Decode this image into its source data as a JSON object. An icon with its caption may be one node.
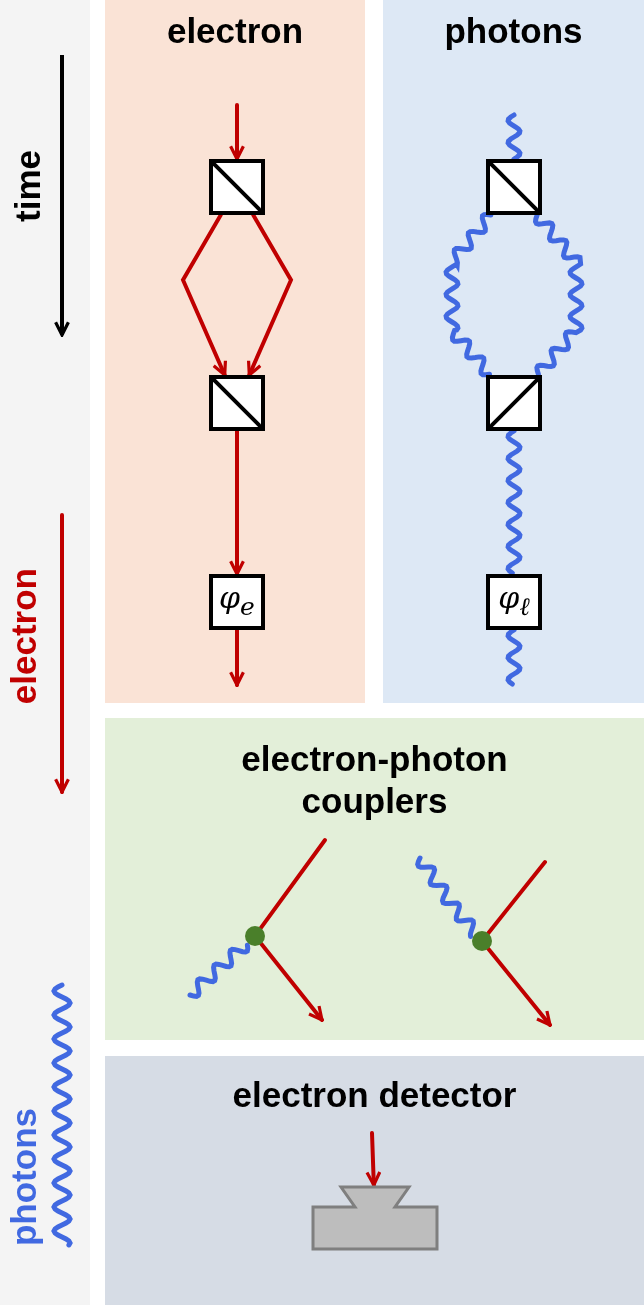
{
  "diagram": {
    "nodes": [
      {
        "text": [
          "electron"
        ]
      },
      {
        "text": [],
        "shape": "box",
        "in": 0
      },
      {
        "text": [],
        "shape": "box",
        "in": 0
      },
      {
        "text": [
          "φ$_{e}$"
        ],
        "in": 0
      },
      {
        "text": [
          "photons"
        ]
      },
      {
        "text": [],
        "shape": "box",
        "in": 4
      },
      {
        "text": [],
        "shape": "box",
        "in": 4
      },
      {
        "text": [
          "φ$_{ℓ}$"
        ],
        "in": 4
      },
      {
        "text": [
          "electron-photon couplers"
        ]
      },
      {
        "text": [],
        "shape": "circle",
        "in": 8
      },
      {
        "text": [],
        "shape": "circle",
        "in": 8
      },
      {
        "text": [
          "electron detector"
        ]
      },
      {
        "text": [],
        "shape": "box",
        "in": 11
      }
    ],
    "edges": [
      {
        "from": null,
        "to": 1,
        "arrow": "to"
      },
      {
        "from": 1,
        "to": 2,
        "arrow": "to"
      },
      {
        "from": 1,
        "to": 2,
        "arrow": "to"
      },
      {
        "from": 2,
        "to": 3,
        "arrow": "to"
      },
      {
        "from": 3,
        "to": null,
        "arrow": "to"
      },
      {
        "from": null,
        "to": 5,
        "arrow": "none",
        "color": "#4169e1"
      },
      {
        "from": 5,
        "to": 6,
        "arrow": "none",
        "color": "#4169e1"
      },
      {
        "from": 5,
        "to": 6,
        "arrow": "none",
        "color": "#4169e1"
      },
      {
        "from": 6,
        "to": 7,
        "arrow": "none",
        "color": "#4169e1"
      },
      {
        "from": 7,
        "to": null,
        "arrow": "none",
        "color": "#4169e1"
      },
      {
        "from": null,
        "to": 9,
        "arrow": "none"
      },
      {
        "from": null,
        "to": 9,
        "arrow": "none",
        "color": "#4169e1"
      },
      {
        "from": 9,
        "to": null,
        "arrow": "to"
      },
      {
        "from": null,
        "to": 10,
        "arrow": "none"
      },
      {
        "from": null,
        "to": 10,
        "arrow": "none",
        "color": "#4169e1"
      },
      {
        "from": 10,
        "to": null,
        "arrow": "to"
      },
      {
        "from": null,
        "to": 12,
        "arrow": "to"
      }
    ],
    "labels": [
      "time"
    ],
    "legend": [
      {
        "text": "electron"
      },
      {
        "text": "photons"
      }
    ]
  }
}
